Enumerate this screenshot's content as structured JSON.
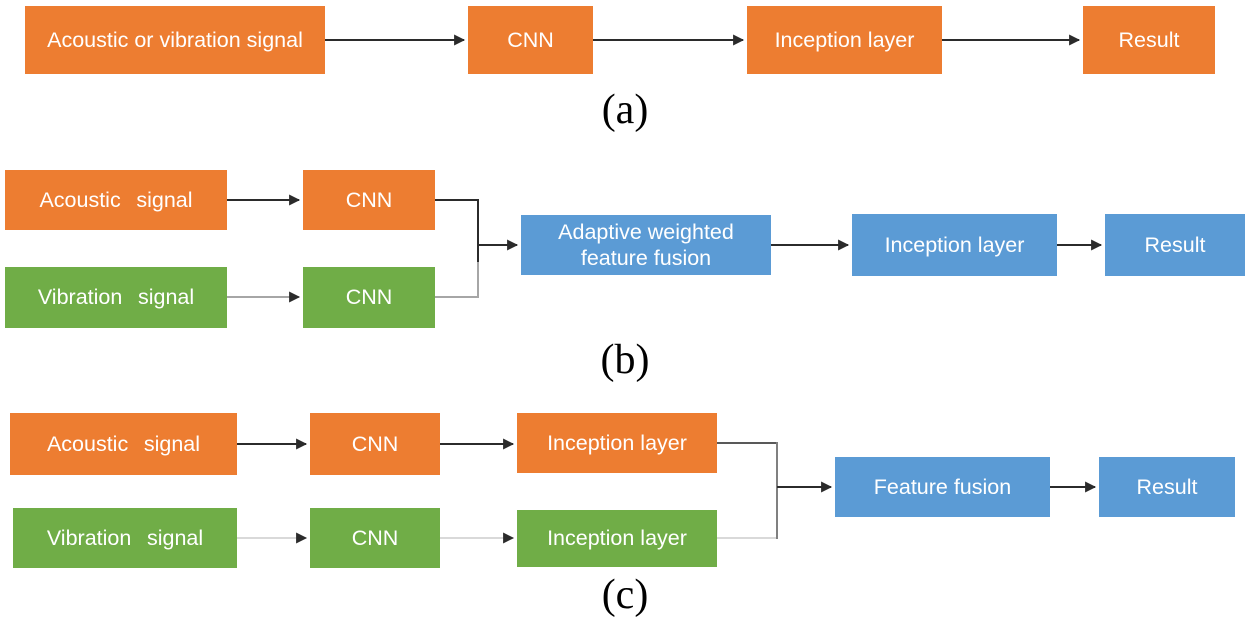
{
  "palette": {
    "orange": "#ED7D31",
    "green": "#70AD47",
    "blue": "#5B9BD5",
    "line-dark": "#2B2B2B",
    "line-dim": "#595959",
    "line-mid": "#808080",
    "line-gray": "#A6A6A6",
    "line-light": "#D9D9D9",
    "box_text": "#FFFFFF",
    "caption_text": "#000000"
  },
  "a": {
    "caption": "(a)",
    "boxes": {
      "source": "Acoustic or vibration signal",
      "cnn": "CNN",
      "inception": "Inception layer",
      "result": "Result"
    },
    "connections": [
      "Acoustic or vibration signal → CNN",
      "CNN → Inception layer",
      "Inception layer → Result"
    ]
  },
  "b": {
    "caption": "(b)",
    "boxes": {
      "acoustic": "Acoustic signal",
      "cnn_top": "CNN",
      "vibration": "Vibration signal",
      "cnn_bottom": "CNN",
      "fusion": "Adaptive weighted feature fusion",
      "inception": "Inception layer",
      "result": "Result"
    },
    "connections": [
      "Acoustic signal → CNN",
      "Vibration signal → CNN",
      "CNN (both) → Adaptive weighted feature fusion",
      "Adaptive weighted feature fusion → Inception layer",
      "Inception layer → Result"
    ]
  },
  "c": {
    "caption": "(c)",
    "boxes": {
      "acoustic": "Acoustic signal",
      "cnn_top": "CNN",
      "inception_top": "Inception layer",
      "vibration": "Vibration signal",
      "cnn_bottom": "CNN",
      "inception_bottom": "Inception layer",
      "fusion": "Feature fusion",
      "result": "Result"
    },
    "connections": [
      "Acoustic signal → CNN",
      "CNN → Inception layer",
      "Vibration signal → CNN",
      "CNN → Inception layer",
      "Inception layer (both) → Feature fusion",
      "Feature fusion → Result"
    ]
  }
}
